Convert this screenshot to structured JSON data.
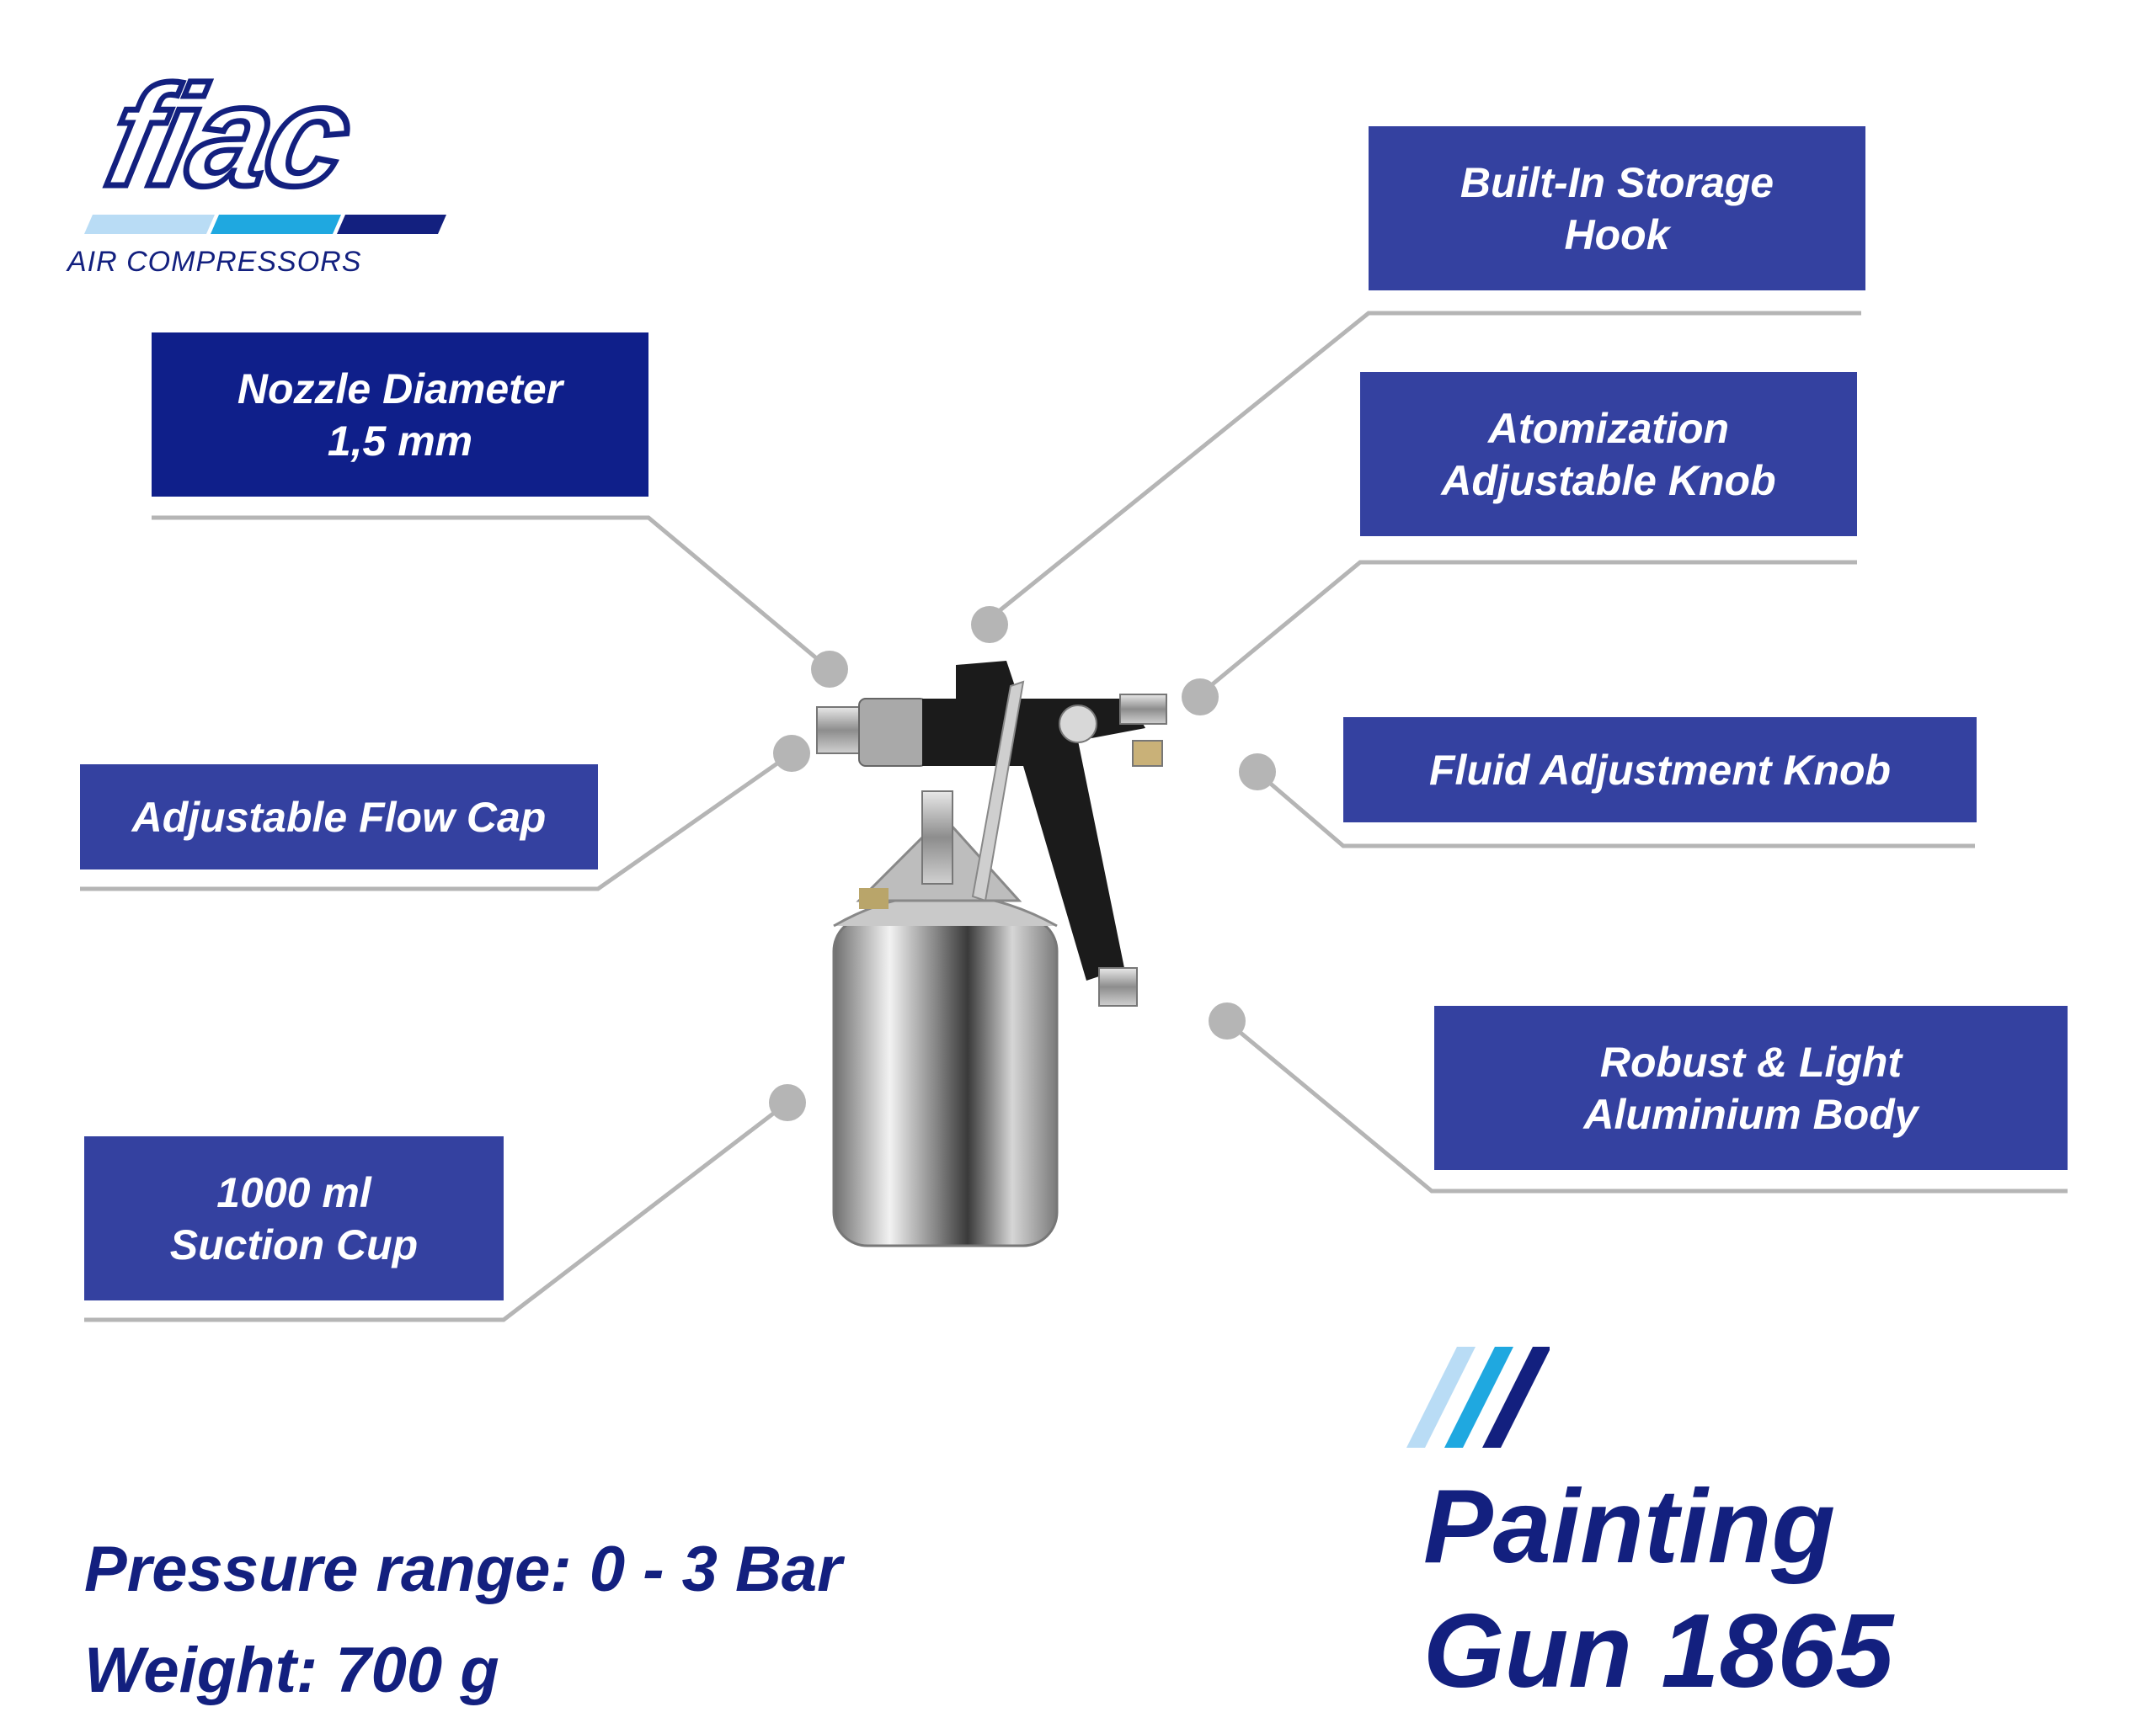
{
  "brand": {
    "logo_text": "fiac",
    "tagline": "AIR COMPRESSORS",
    "colors": {
      "light": "#b9dcf5",
      "mid": "#1fa8e0",
      "dark": "#13207f"
    }
  },
  "features": {
    "nozzle": "Nozzle Diameter\n1,5 mm",
    "flow_cap": "Adjustable Flow Cap",
    "suction_cup": "1000 ml\nSuction Cup",
    "storage_hook": "Built-In Storage\nHook",
    "atomization": "Atomization\nAdjustable Knob",
    "fluid_knob": "Fluid Adjustment Knob",
    "body": "Robust & Light\nAluminium Body"
  },
  "specs": {
    "pressure": "Pressure range: 0 - 3 Bar",
    "weight": "Weight: 700 g"
  },
  "product": {
    "title": "Painting\nGun 1865",
    "icon": "spray-gun-icon"
  },
  "colors": {
    "box": "#3441a0",
    "box_dark": "#0f1f8a",
    "connector": "#b5b5b5",
    "text_dark": "#13207f"
  }
}
